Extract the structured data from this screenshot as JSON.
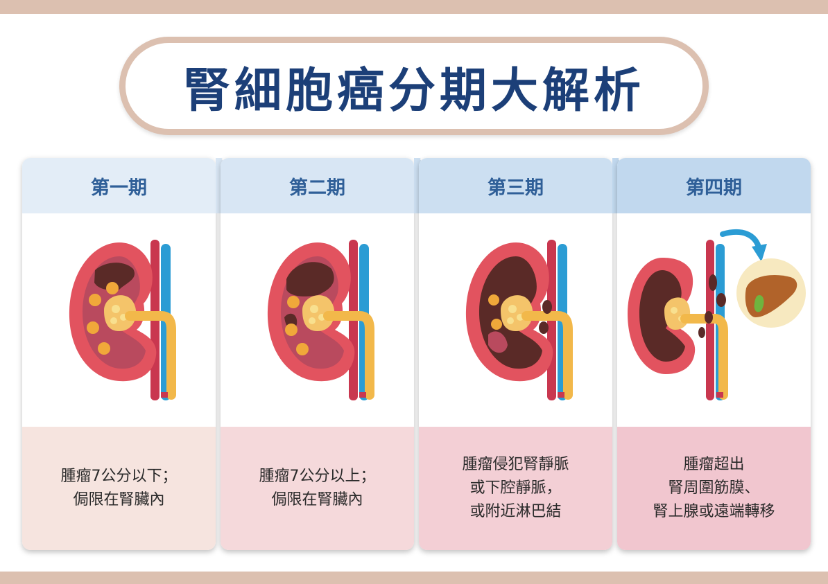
{
  "title": "腎細胞癌分期大解析",
  "colors": {
    "band": "#dcc0b0",
    "title_text": "#1c3f78",
    "header_text": "#2f5f98"
  },
  "stages": [
    {
      "label": "第一期",
      "description": "腫瘤7公分以下；\n侷限在腎臟內"
    },
    {
      "label": "第二期",
      "description": "腫瘤7公分以上；\n侷限在腎臟內"
    },
    {
      "label": "第三期",
      "description": "腫瘤侵犯腎靜脈\n或下腔靜脈，\n或附近淋巴結"
    },
    {
      "label": "第四期",
      "description": "腫瘤超出\n腎周圍筋膜、\n腎上腺或遠端轉移"
    }
  ],
  "icons": [
    "kidney-icon",
    "tumor-icon",
    "liver-icon",
    "arrow-right-icon",
    "curved-arrow-icon"
  ]
}
